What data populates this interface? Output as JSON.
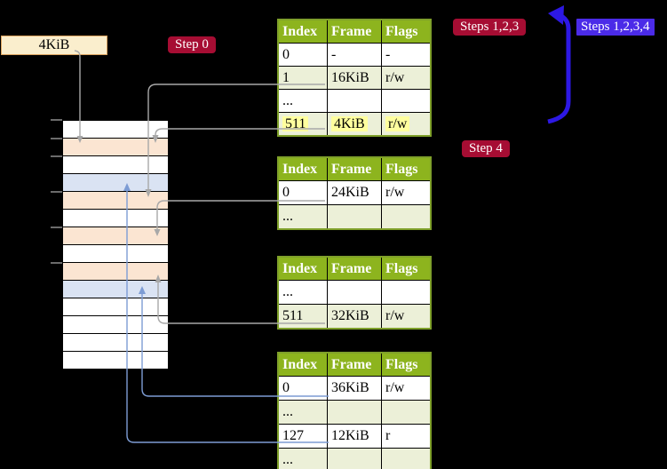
{
  "labels": {
    "page_size": "4KiB",
    "step0": "Step 0",
    "steps123": "Steps 1,2,3",
    "steps1234": "Steps 1,2,3,4",
    "step4": "Step 4"
  },
  "memory_column": {
    "rows": [
      "white",
      "peach",
      "white",
      "blue",
      "peach",
      "white",
      "peach",
      "white",
      "peach",
      "blue",
      "white",
      "white",
      "white",
      "white"
    ]
  },
  "tables": [
    {
      "id": "l4",
      "headers": [
        "Index",
        "Frame",
        "Flags"
      ],
      "rows": [
        {
          "cells": [
            "0",
            "-",
            "-"
          ],
          "shade": false
        },
        {
          "cells": [
            "1",
            "16KiB",
            "r/w"
          ],
          "shade": true
        },
        {
          "cells": [
            "...",
            "",
            ""
          ],
          "shade": false
        },
        {
          "cells": [
            "511",
            "4KiB",
            "r/w"
          ],
          "shade": true,
          "highlight": true
        }
      ]
    },
    {
      "id": "l3",
      "headers": [
        "Index",
        "Frame",
        "Flags"
      ],
      "rows": [
        {
          "cells": [
            "0",
            "24KiB",
            "r/w"
          ],
          "shade": false
        },
        {
          "cells": [
            "...",
            "",
            ""
          ],
          "shade": true
        }
      ]
    },
    {
      "id": "l2",
      "headers": [
        "Index",
        "Frame",
        "Flags"
      ],
      "rows": [
        {
          "cells": [
            "...",
            "",
            ""
          ],
          "shade": false
        },
        {
          "cells": [
            "511",
            "32KiB",
            "r/w"
          ],
          "shade": true
        }
      ]
    },
    {
      "id": "l1",
      "headers": [
        "Index",
        "Frame",
        "Flags"
      ],
      "rows": [
        {
          "cells": [
            "0",
            "36KiB",
            "r/w"
          ],
          "shade": false
        },
        {
          "cells": [
            "...",
            "",
            ""
          ],
          "shade": true
        },
        {
          "cells": [
            "127",
            "12KiB",
            "r"
          ],
          "shade": false
        },
        {
          "cells": [
            "...",
            "",
            ""
          ],
          "shade": true
        }
      ]
    }
  ],
  "colors": {
    "background": "#000000",
    "table_header_green": "#8db41e",
    "table_row_green": "#ecf0d8",
    "table_border_olive": "#7fa02a",
    "highlight_yellow": "#ffff9e",
    "peach": "#fbe5d2",
    "light_blue": "#dae3f3",
    "cream": "#faeecd",
    "cream_border": "#dca45f",
    "crimson": "#a60d33",
    "blue_violet": "#4b2be8",
    "arrow_blue": "#2d18e4",
    "connector_gray": "#a8a8a8",
    "connector_blue": "#7d9cd4"
  }
}
